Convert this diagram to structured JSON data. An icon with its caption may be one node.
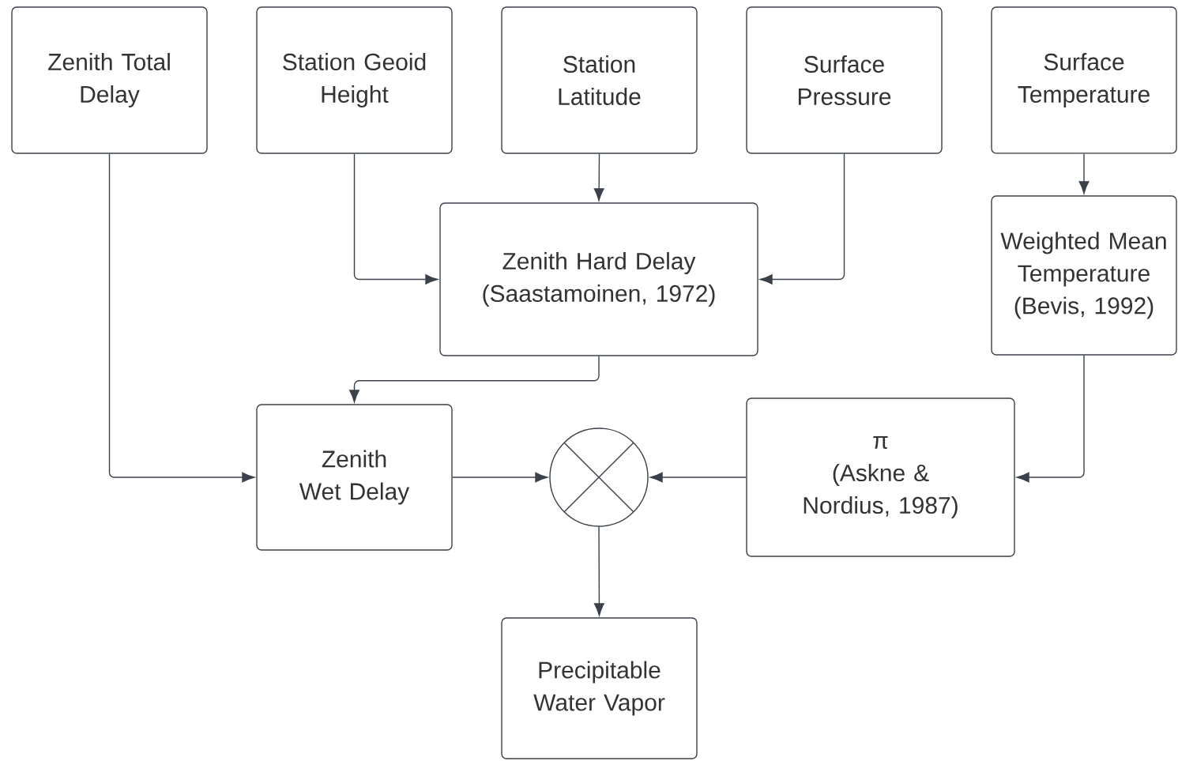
{
  "diagram": {
    "nodes": [
      {
        "text": [
          "Zenith Total Delay"
        ]
      },
      {
        "text": [
          "Station Geoid Height"
        ]
      },
      {
        "text": [
          "Station Latitude"
        ]
      },
      {
        "text": [
          "Surface Pressure"
        ]
      },
      {
        "text": [
          "Surface Temperature"
        ]
      },
      {
        "text": [
          "Zenith Hard Delay",
          "(Saastamoinen, 1972)"
        ]
      },
      {
        "text": [
          "Weighted Mean Temperature",
          "(Bevis, 1992)"
        ]
      },
      {
        "text": [
          "Zenith Wet Delay"
        ]
      },
      {
        "text": [],
        "shape": "circle"
      },
      {
        "text": [
          "π",
          "(Askne & Nordius, 1987)"
        ]
      },
      {
        "text": [
          "Precipitable Water Vapor"
        ]
      }
    ],
    "edges": [
      {
        "from": 0,
        "to": 7,
        "arrow": "to"
      },
      {
        "from": 1,
        "to": 5,
        "arrow": "to"
      },
      {
        "from": 2,
        "to": 5,
        "arrow": "to"
      },
      {
        "from": 3,
        "to": 5,
        "arrow": "to"
      },
      {
        "from": 4,
        "to": 6,
        "arrow": "to"
      },
      {
        "from": 5,
        "to": 7,
        "arrow": "to"
      },
      {
        "from": 7,
        "to": 8,
        "arrow": "to"
      },
      {
        "from": 9,
        "to": 8,
        "arrow": "to"
      },
      {
        "from": 6,
        "to": 9,
        "arrow": "to"
      },
      {
        "from": 8,
        "to": 10,
        "arrow": "to"
      }
    ]
  }
}
